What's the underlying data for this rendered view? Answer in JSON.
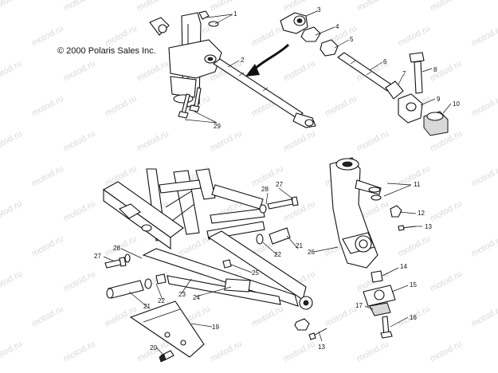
{
  "copyright": "© 2000 Polaris Sales Inc.",
  "watermark_text": "motod.ru",
  "callouts": {
    "c1": "1",
    "c2": "2",
    "c3": "3",
    "c4": "4",
    "c5": "5",
    "c6": "6",
    "c7": "7",
    "c8": "8",
    "c9": "9",
    "c10": "10",
    "c11": "11",
    "c12": "12",
    "c13": "13",
    "c14": "14",
    "c15": "15",
    "c16": "16",
    "c17": "17",
    "c19": "19",
    "c20": "20",
    "c21": "21",
    "c22": "22",
    "c23": "23",
    "c24": "24",
    "c25": "25",
    "c26": "26",
    "c27": "27",
    "c28": "28",
    "c29": "29"
  },
  "colors": {
    "line": "#111111",
    "watermark": "#d9d9d9",
    "background": "#ffffff"
  }
}
